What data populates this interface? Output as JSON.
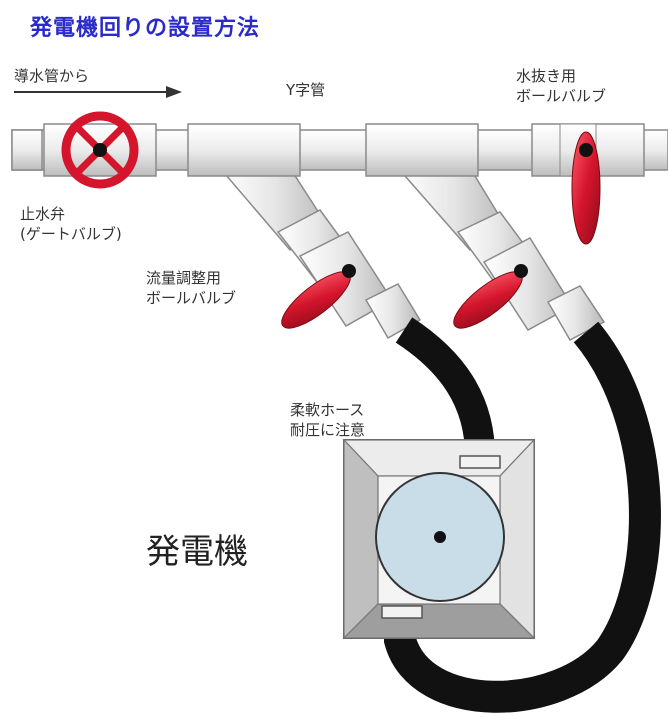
{
  "title": "発電機回りの設置方法",
  "labels": {
    "inlet": "導水管から",
    "y_pipe": "Y字管",
    "drain_valve_1": "水抜き用",
    "drain_valve_2": "ボールバルブ",
    "stop_valve_1": "止水弁",
    "stop_valve_2": "(ゲートバルブ)",
    "flow_valve_1": "流量調整用",
    "flow_valve_2": "ボールバルブ",
    "hose_1": "柔軟ホース",
    "hose_2": "耐圧に注意",
    "generator": "発電機"
  },
  "colors": {
    "title": "#2b2bcc",
    "valve_red": "#d4152c",
    "pipe_fill": "#e9e9e9",
    "hose": "#111111",
    "generator_disc": "#c9dde8"
  }
}
